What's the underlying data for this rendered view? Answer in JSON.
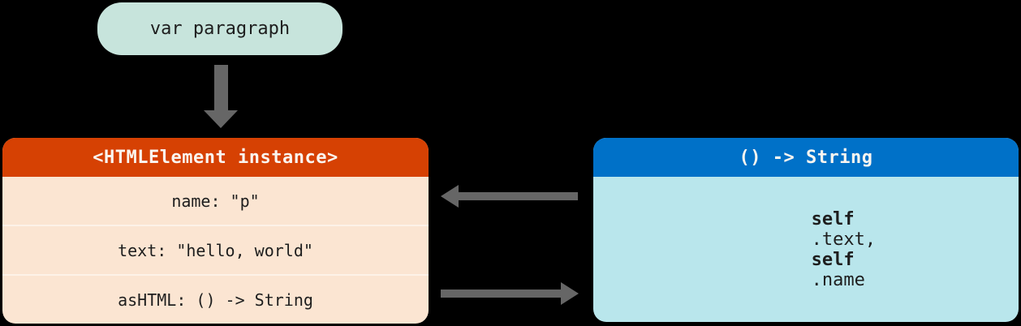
{
  "colors": {
    "background": "#000000",
    "var_node_bg": "#C7E4DC",
    "instance_header_bg": "#D64103",
    "instance_body_bg": "#FBE5D2",
    "instance_divider": "#FDF2E8",
    "closure_header_bg": "#0071C8",
    "closure_body_bg": "#B9E6EC",
    "arrow": "#666666",
    "header_text": "#FAF5F0",
    "body_text": "#1E1E1E"
  },
  "nodes": {
    "variable": {
      "label": "var paragraph"
    },
    "instance": {
      "title": "<HTMLElement instance>",
      "rows": [
        "name: \"p\"",
        "text: \"hello, world\"",
        "asHTML: () -> String"
      ]
    },
    "closure": {
      "title": "() -> String",
      "segments": [
        {
          "text": "self",
          "bold": true
        },
        {
          "text": ".text, ",
          "bold": false
        },
        {
          "text": "self",
          "bold": true
        },
        {
          "text": ".name",
          "bold": false
        }
      ]
    }
  },
  "icons": {
    "down": "arrow-down-icon",
    "left": "arrow-left-icon",
    "right": "arrow-right-icon"
  }
}
